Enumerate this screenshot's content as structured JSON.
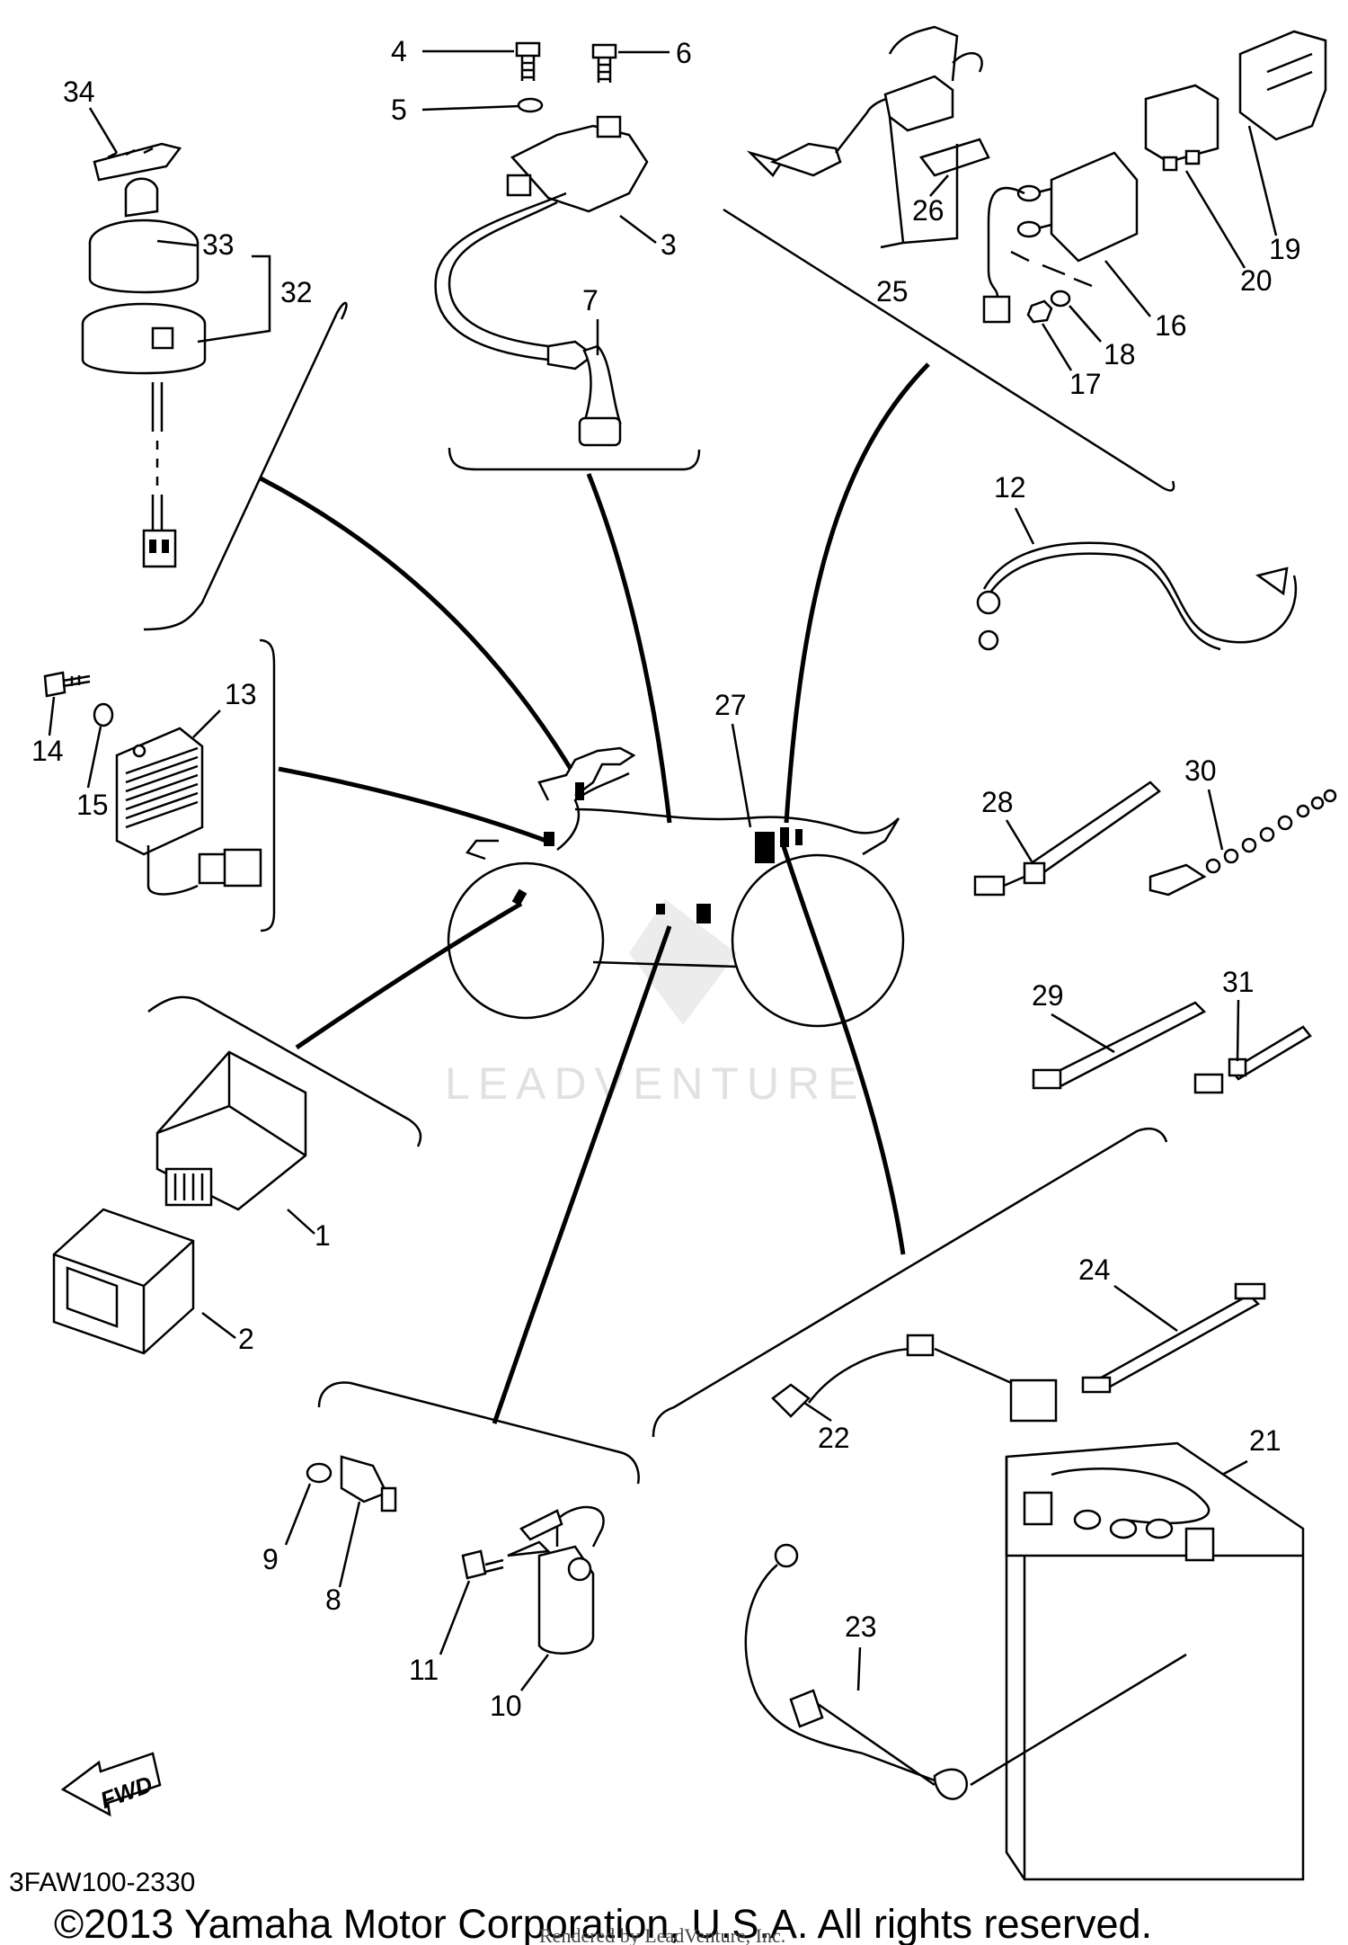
{
  "watermark": "LEADVENTURE",
  "fwd_label": "FWD",
  "drawing_code": "3FAW100-2330",
  "copyright": "©2013 Yamaha Motor Corporation, U.S.A. All rights reserved.",
  "rendered_by": "Rendered by LeadVenture, Inc.",
  "callouts": [
    "1",
    "2",
    "3",
    "4",
    "5",
    "6",
    "7",
    "8",
    "9",
    "10",
    "11",
    "12",
    "13",
    "14",
    "15",
    "16",
    "17",
    "18",
    "19",
    "20",
    "21",
    "22",
    "23",
    "24",
    "25",
    "26",
    "27",
    "28",
    "29",
    "30",
    "31",
    "32",
    "33",
    "34"
  ]
}
